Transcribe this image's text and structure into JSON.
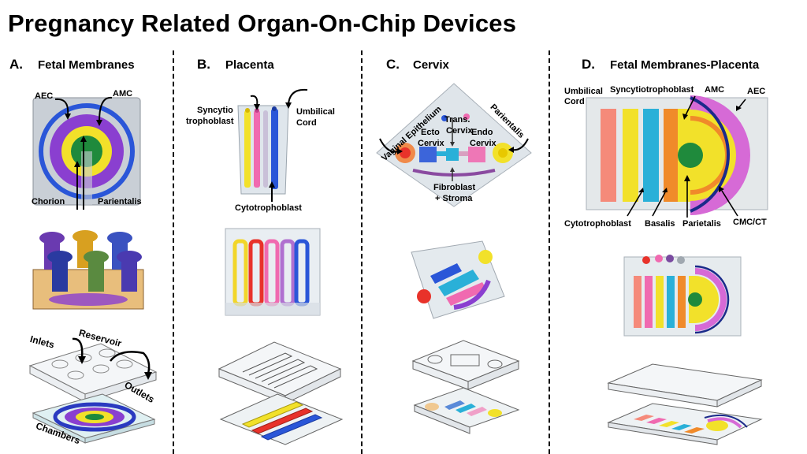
{
  "title": "Pregnancy Related Organ-On-Chip Devices",
  "sections": {
    "a": {
      "letter": "A.",
      "name": "Fetal Membranes",
      "labels": {
        "aec": "AEC",
        "amc": "AMC",
        "chorion": "Chorion",
        "parientalis": "Parientalis",
        "inlets": "Inlets",
        "reservoir": "Reservoir",
        "outlets": "Outlets",
        "chambers": "Chambers"
      }
    },
    "b": {
      "letter": "B.",
      "name": "Placenta",
      "labels": {
        "syncytio": "Syncytio",
        "trophoblast": "trophoblast",
        "umbilical": "Umbilical",
        "cord": "Cord",
        "cytotrophoblast": "Cytotrophoblast"
      }
    },
    "c": {
      "letter": "C.",
      "name": "Cervix",
      "labels": {
        "vaginal_epithelium": "Vaginal Epithelium",
        "parientalis": "Parientalis",
        "trans": "Trans.",
        "trans_cervix": "Cervix",
        "ecto": "Ecto",
        "ecto_cervix": "Cervix",
        "endo": "Endo",
        "endo_cervix": "Cervix",
        "fibroblast": "Fibroblast",
        "stroma": "+ Stroma"
      }
    },
    "d": {
      "letter": "D.",
      "name": "Fetal Membranes-Placenta",
      "labels": {
        "umbilical": "Umbilical",
        "cord": "Cord",
        "syncytiotrophoblast": "Syncytiotrophoblast",
        "amc": "AMC",
        "aec": "AEC",
        "cytotrophoblast": "Cytotrophoblast",
        "basalis": "Basalis",
        "parietalis": "Parietalis",
        "cmc_ct": "CMC/CT"
      }
    }
  },
  "colors": {
    "purple": "#8a3fd0",
    "yellow": "#f2e12a",
    "green": "#1f8a3c",
    "blue": "#2a56d8",
    "red": "#e8322a",
    "pink": "#f06ab0",
    "salmon": "#f58a7a",
    "orange": "#f08a2a",
    "cyan": "#2ab0d8",
    "navy": "#1a2a8a",
    "magenta": "#d66ad6",
    "chip": "#c8d4dc",
    "outline": "#555555"
  }
}
